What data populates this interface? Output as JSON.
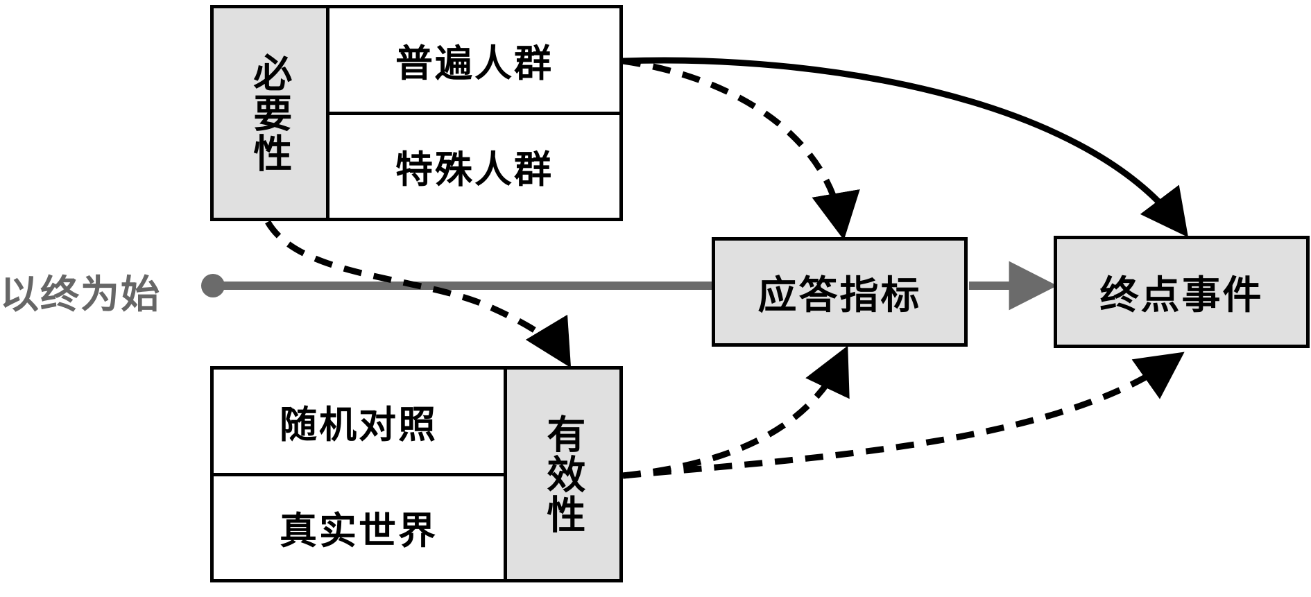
{
  "diagram": {
    "caption": "以终为始",
    "colors": {
      "stroke": "#000000",
      "fill_gray": "#e0e0e0",
      "accent_gray": "#666666",
      "background": "#ffffff"
    },
    "necessity_matrix": {
      "band_label": "必要性",
      "rows": [
        "普遍人群",
        "特殊人群"
      ]
    },
    "validity_matrix": {
      "band_label": "有效性",
      "rows": [
        "随机对照",
        "真实世界"
      ]
    },
    "nodes": [
      {
        "id": "response",
        "label": "应答指标"
      },
      {
        "id": "endpoint",
        "label": "终点事件"
      }
    ],
    "connections": [
      {
        "from": "necessity_matrix",
        "to": "endpoint",
        "style": "solid",
        "color": "#000000"
      },
      {
        "from": "necessity_matrix",
        "to": "response",
        "style": "dashed",
        "color": "#000000"
      },
      {
        "from": "necessity_matrix",
        "to": "validity_matrix",
        "style": "dashed",
        "color": "#000000"
      },
      {
        "from": "validity_matrix",
        "to": "response",
        "style": "dashed",
        "color": "#000000"
      },
      {
        "from": "validity_matrix",
        "to": "endpoint",
        "style": "dashed",
        "color": "#000000"
      },
      {
        "from": "caption",
        "to": "response",
        "style": "solid",
        "color": "#666666"
      },
      {
        "from": "response",
        "to": "endpoint",
        "style": "solid",
        "color": "#666666"
      }
    ]
  }
}
